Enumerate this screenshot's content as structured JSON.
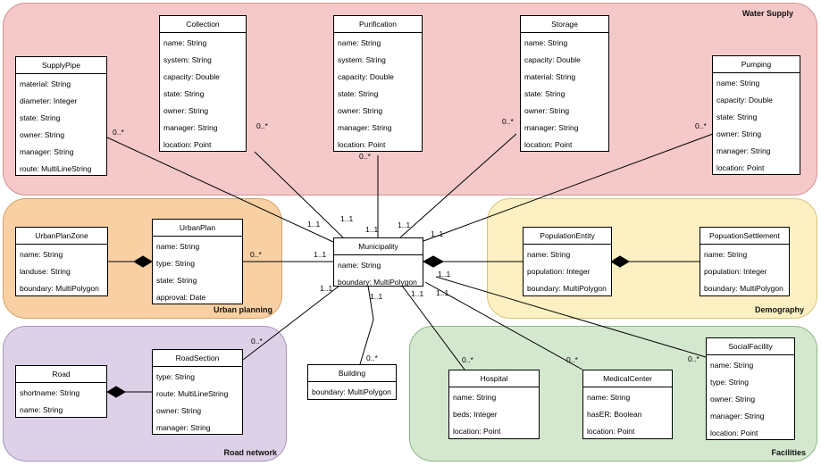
{
  "regions": {
    "water": "Water Supply",
    "urban": "Urban planning",
    "demo": "Demography",
    "road": "Road network",
    "fac": "Facilities"
  },
  "classes": {
    "supplypipe": {
      "name": "SupplyPipe",
      "attrs": [
        "material: String",
        "diameter: Integer",
        "state: String",
        "owner: String",
        "manager: String",
        "route: MultiLineString"
      ]
    },
    "collection": {
      "name": "Collection",
      "attrs": [
        "name: String",
        "system: String",
        "capacity: Double",
        "state: String",
        "owner: String",
        "manager: String",
        "location: Point"
      ]
    },
    "purification": {
      "name": "Purification",
      "attrs": [
        "name: String",
        "system: String",
        "capacity: Double",
        "state: String",
        "owner: String",
        "manager: String",
        "location: Point"
      ]
    },
    "storage": {
      "name": "Storage",
      "attrs": [
        "name: String",
        "capacity: Double",
        "material: String",
        "state: String",
        "owner: String",
        "manager: String",
        "location: Point"
      ]
    },
    "pumping": {
      "name": "Pumping",
      "attrs": [
        "name: String",
        "capacity: Double",
        "state: String",
        "owner: String",
        "manager: String",
        "location: Point"
      ]
    },
    "urbanplanzone": {
      "name": "UrbanPlanZone",
      "attrs": [
        "name: String",
        "landuse: String",
        "boundary: MultiPolygon"
      ]
    },
    "urbanplan": {
      "name": "UrbanPlan",
      "attrs": [
        "name: String",
        "type: String",
        "state: String",
        "approval: Date"
      ]
    },
    "municipality": {
      "name": "Municipality",
      "attrs": [
        "name: String",
        "boundary: MultiPolygon"
      ]
    },
    "populationentity": {
      "name": "PopulationEntity",
      "attrs": [
        "name: String",
        "population: Integer",
        "boundary: MultiPolygon"
      ]
    },
    "populationsettlement": {
      "name": "PopuationSettlement",
      "attrs": [
        "name: String",
        "population: Integer",
        "boundary: MultiPolygon"
      ]
    },
    "road": {
      "name": "Road",
      "attrs": [
        "shortname: String",
        "name: String"
      ]
    },
    "roadsection": {
      "name": "RoadSection",
      "attrs": [
        "type: String",
        "route: MultiLineString",
        "owner: String",
        "manager: String"
      ]
    },
    "building": {
      "name": "Building",
      "attrs": [
        "boundary: MultiPolygon"
      ]
    },
    "hospital": {
      "name": "Hospital",
      "attrs": [
        "name: String",
        "beds: Integer",
        "location: Point"
      ]
    },
    "medicalcenter": {
      "name": "MedicalCenter",
      "attrs": [
        "name: String",
        "hasER: Boolean",
        "location: Point"
      ]
    },
    "socialfacility": {
      "name": "SocialFacility",
      "attrs": [
        "name: String",
        "type: String",
        "owner: String",
        "manager: String",
        "location: Point"
      ]
    }
  },
  "multiplicities": {
    "supplypipe_many": "0..*",
    "supplypipe_one": "1..1",
    "collection_many": "0..*",
    "collection_one": "1..1",
    "purification_many": "0..*",
    "purification_one": "1..1",
    "storage_many": "0..*",
    "storage_one": "1..1",
    "pumping_many": "0..*",
    "pumping_one": "1..1",
    "urbanplan_many": "0..*",
    "urbanplan_one": "1..1",
    "roadsection_many": "0..*",
    "roadsection_one": "1..1",
    "building_many": "0..*",
    "building_one": "1..1",
    "hospital_many": "0..*",
    "hospital_one": "1..1",
    "medicalcenter_many": "0..*",
    "medicalcenter_one": "1..1",
    "socialfacility_many": "0..*",
    "socialfacility_one": "1..1"
  }
}
